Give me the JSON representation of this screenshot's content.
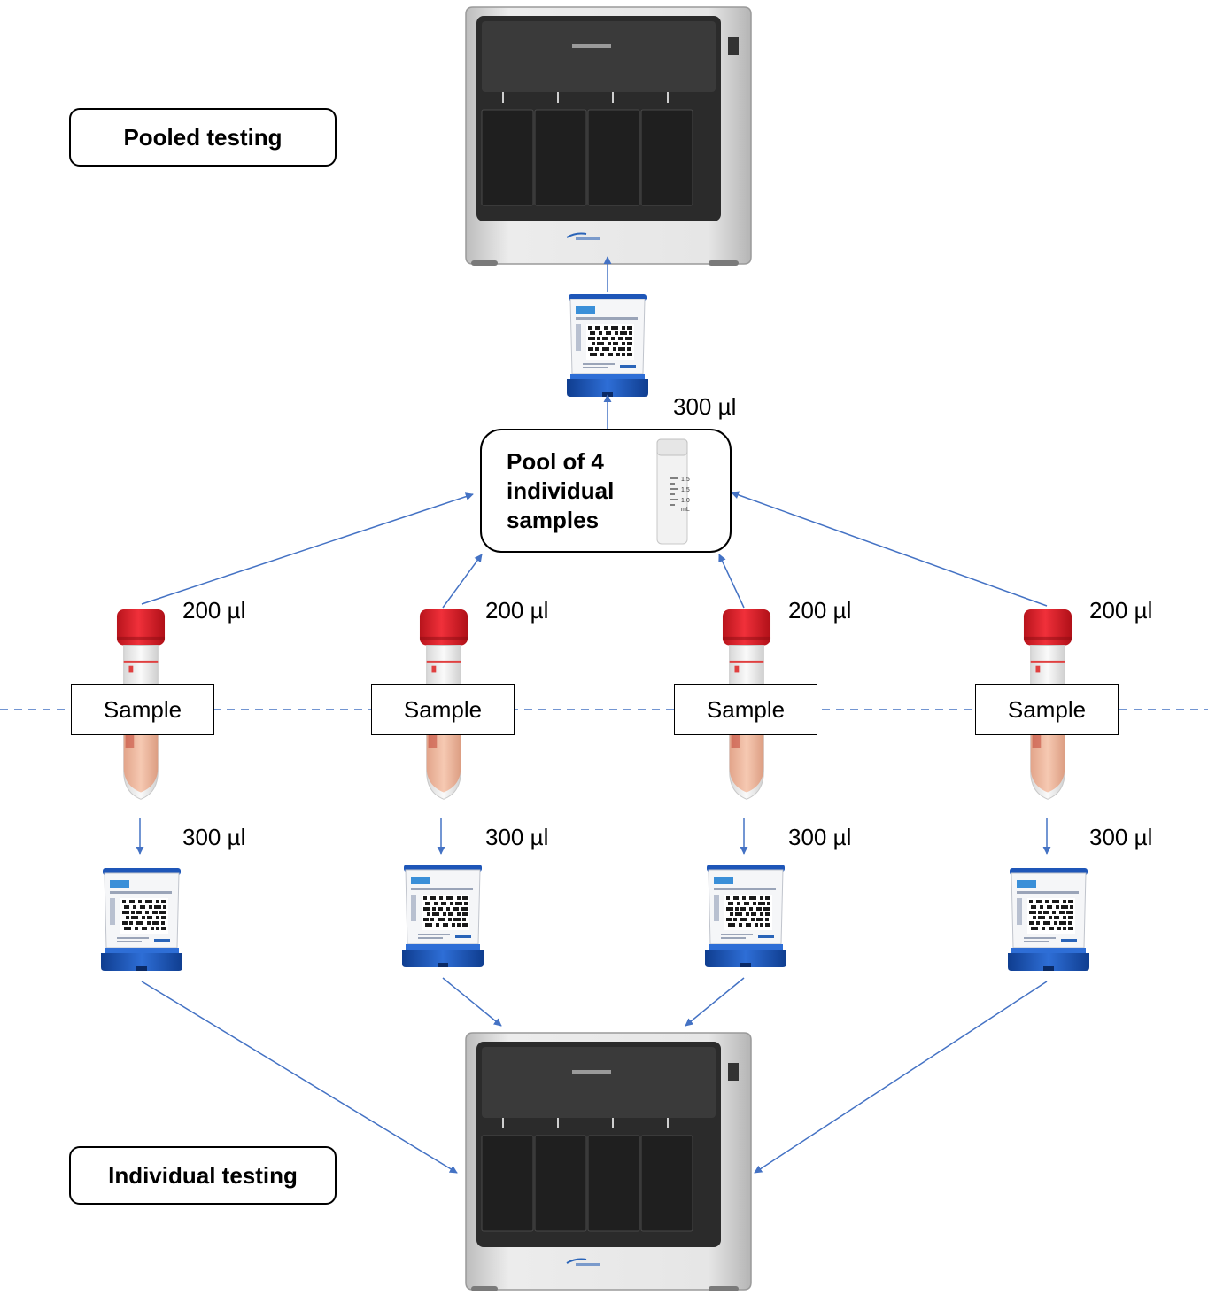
{
  "labels": {
    "pooled_testing": "Pooled testing",
    "individual_testing": "Individual testing",
    "pool_line1": "Pool of 4",
    "pool_line2": "individual",
    "pool_line3": "samples",
    "sample": "Sample"
  },
  "volumes": {
    "sample_to_pool": "200 µl",
    "pool_to_cartridge": "300 µl",
    "sample_to_cartridge": "300 µl"
  },
  "samples": [
    {
      "label": "Sample",
      "pool_volume": "200 µl",
      "cartridge_volume": "300 µl"
    },
    {
      "label": "Sample",
      "pool_volume": "200 µl",
      "cartridge_volume": "300 µl"
    },
    {
      "label": "Sample",
      "pool_volume": "200 µl",
      "cartridge_volume": "300 µl"
    },
    {
      "label": "Sample",
      "pool_volume": "200 µl",
      "cartridge_volume": "300 µl"
    }
  ],
  "pool_tube_scale": [
    "1.5",
    "1.5",
    "1.0",
    "mL"
  ],
  "colors": {
    "arrow": "#4472C4",
    "tube_cap": "#E8202A",
    "cartridge_base": "#1E56B8",
    "instrument_panel": "#2B2B2B",
    "instrument_body": "#D9D9D9"
  }
}
